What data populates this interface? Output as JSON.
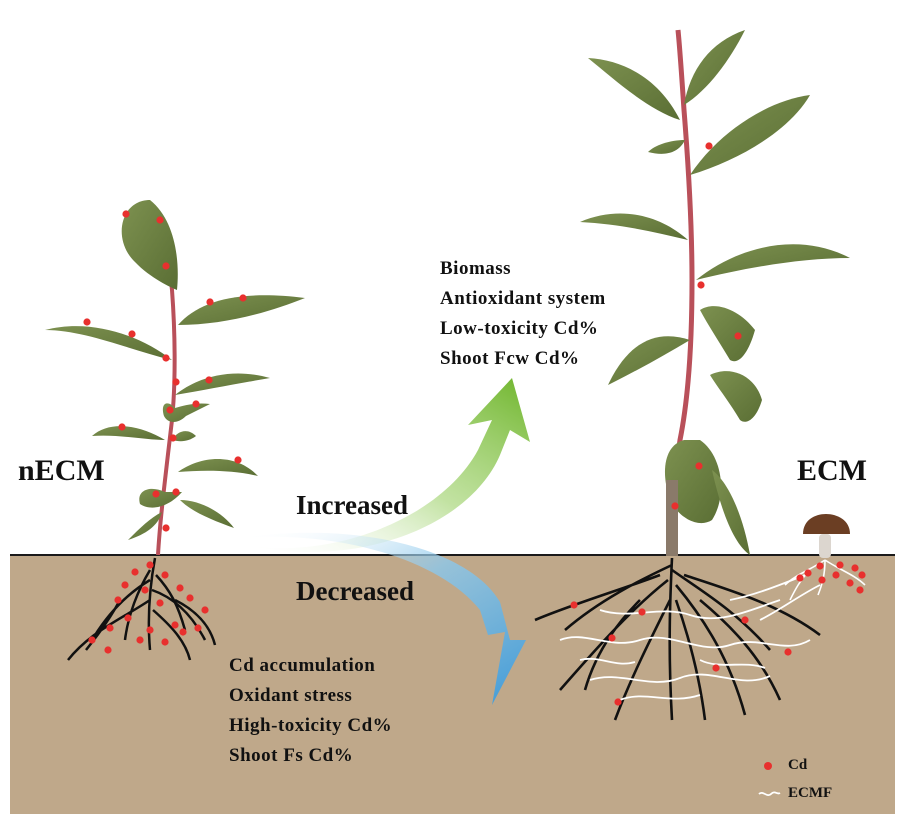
{
  "labels": {
    "left_plant": "nECM",
    "right_plant": "ECM",
    "increased": "Increased",
    "decreased": "Decreased"
  },
  "increased_list": [
    "Biomass",
    "Antioxidant system",
    "Low-toxicity Cd%",
    "Shoot Fcw Cd%"
  ],
  "decreased_list": [
    "Cd accumulation",
    "Oxidant stress",
    "High-toxicity Cd%",
    "Shoot Fs Cd%"
  ],
  "legend": {
    "cd": "Cd",
    "ecmf": "ECMF"
  },
  "colors": {
    "soil": "#bfa88a",
    "leaf": "#6f8442",
    "stem": "#c0555a",
    "root": "#111111",
    "cd_dot": "#e8302e",
    "ecmf": "#ffffff",
    "increase_arrow": "#7cbf3a",
    "decrease_arrow": "#4aa6dc",
    "mushroom_cap": "#6b3e23"
  }
}
